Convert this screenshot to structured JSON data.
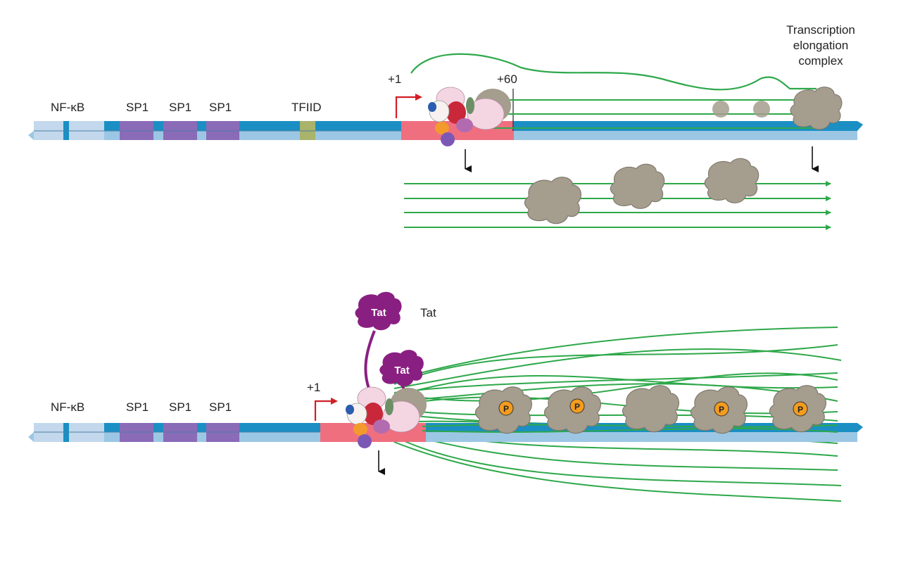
{
  "panel_top": {
    "labels": {
      "nfkb": "NF-κB",
      "sp1_a": "SP1",
      "sp1_b": "SP1",
      "sp1_c": "SP1",
      "tfiid": "TFIID",
      "plus1": "+1",
      "plus60": "+60",
      "tec_line1": "Transcription",
      "tec_line2": "elongation",
      "tec_line3": "complex"
    }
  },
  "panel_bottom": {
    "labels": {
      "nfkb": "NF-κB",
      "sp1_a": "SP1",
      "sp1_b": "SP1",
      "sp1_c": "SP1",
      "plus1": "+1",
      "tat_free": "Tat",
      "tat_label": "Tat",
      "tat_bound": "Tat",
      "phospho": "P"
    }
  },
  "colors": {
    "dna_dark": "#1b8fc4",
    "dna_light": "#9cc7e4",
    "dna_pale": "#c3d8ec",
    "sp1": "#8a6bb8",
    "tfiid": "#a9b36a",
    "promoter": "#ef6f7f",
    "rna": "#2ea84a",
    "polymerase": "#a59d8d",
    "tat": "#8a1f82",
    "phospho": "#f39c1e",
    "arrow_red": "#d21f26"
  }
}
